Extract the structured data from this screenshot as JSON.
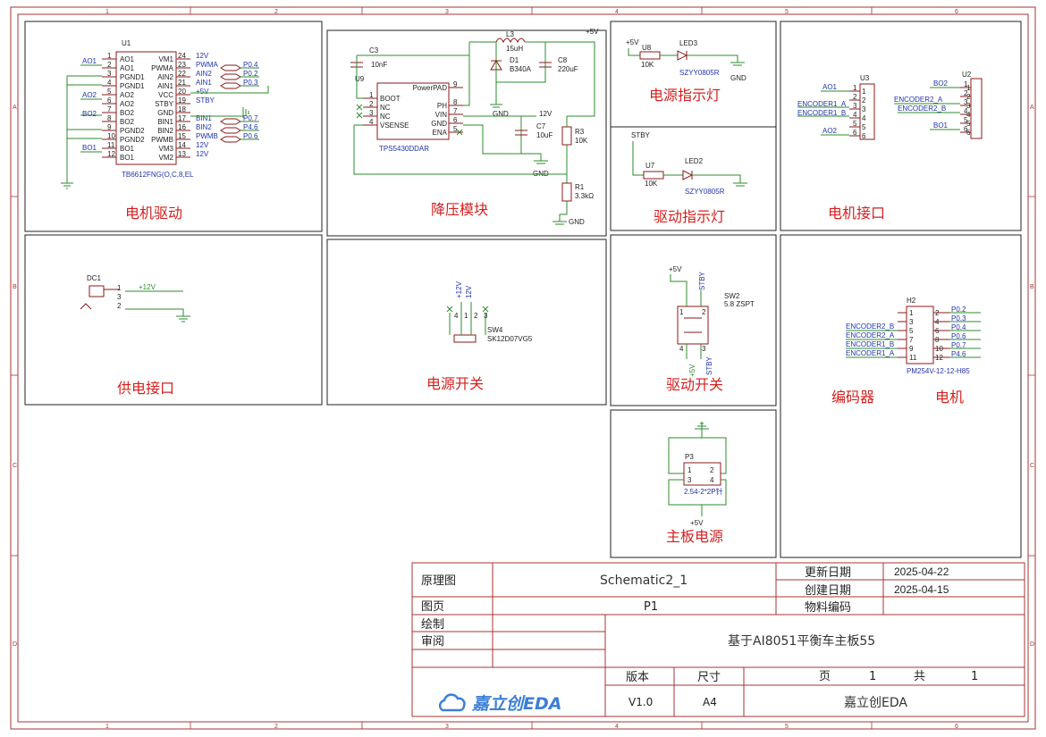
{
  "ruler": {
    "cols": [
      "1",
      "2",
      "3",
      "4",
      "5",
      "6"
    ],
    "rows": [
      "A",
      "B",
      "C",
      "D"
    ]
  },
  "sections": {
    "motor_driver": "电机驱动",
    "buck": "降压模块",
    "power_led": "电源指示灯",
    "drive_led": "驱动指示灯",
    "motor_port": "电机接口",
    "power_port": "供电接口",
    "power_switch": "电源开关",
    "drive_switch": "驱动开关",
    "encoder": "编码器",
    "motor": "电机",
    "board_power": "主板电源"
  },
  "u1": {
    "ref": "U1",
    "part": "TB6612FNG(O,C,8,EL",
    "left_pins": [
      {
        "n": "1",
        "name": "AO1"
      },
      {
        "n": "2",
        "name": "AO1"
      },
      {
        "n": "3",
        "name": "PGND1"
      },
      {
        "n": "4",
        "name": "PGND1"
      },
      {
        "n": "5",
        "name": "AO2"
      },
      {
        "n": "6",
        "name": "AO2"
      },
      {
        "n": "7",
        "name": "BO2"
      },
      {
        "n": "8",
        "name": "BO2"
      },
      {
        "n": "9",
        "name": "PGND2"
      },
      {
        "n": "10",
        "name": "PGND2"
      },
      {
        "n": "11",
        "name": "BO1"
      },
      {
        "n": "12",
        "name": "BO1"
      }
    ],
    "right_pins": [
      {
        "n": "24",
        "name": "VM1",
        "net": "12V"
      },
      {
        "n": "23",
        "name": "PWMA",
        "net": "PWMA",
        "port": "P0.4"
      },
      {
        "n": "22",
        "name": "AIN2",
        "net": "AIN2",
        "port": "P0.2"
      },
      {
        "n": "21",
        "name": "AIN1",
        "net": "AIN1",
        "port": "P0.3"
      },
      {
        "n": "20",
        "name": "VCC",
        "net": "+5V"
      },
      {
        "n": "19",
        "name": "STBY",
        "net": "STBY"
      },
      {
        "n": "18",
        "name": "GND",
        "net": ""
      },
      {
        "n": "17",
        "name": "BIN1",
        "net": "BIN1",
        "port": "P0.7"
      },
      {
        "n": "16",
        "name": "BIN2",
        "net": "BIN2",
        "port": "P4.6"
      },
      {
        "n": "15",
        "name": "PWMB",
        "net": "PWMB",
        "port": "P0.6"
      },
      {
        "n": "14",
        "name": "VM3",
        "net": "12V"
      },
      {
        "n": "13",
        "name": "VM2",
        "net": "12V"
      }
    ],
    "left_nets": [
      "AO1",
      "AO2",
      "BO2",
      "BO1"
    ]
  },
  "buck": {
    "c3_ref": "C3",
    "c3_val": "10nF",
    "u9_ref": "U9",
    "u9_part": "TPS5430DDAR",
    "u9_left": [
      {
        "n": "1",
        "name": "BOOT"
      },
      {
        "n": "2",
        "name": "NC"
      },
      {
        "n": "3",
        "name": "NC"
      },
      {
        "n": "4",
        "name": "VSENSE"
      }
    ],
    "u9_right": [
      {
        "n": "9",
        "name": "PowerPAD"
      },
      {
        "n": "8",
        "name": "PH"
      },
      {
        "n": "7",
        "name": "VIN"
      },
      {
        "n": "6",
        "name": "GND"
      },
      {
        "n": "5",
        "name": "ENA"
      }
    ],
    "l3_ref": "L3",
    "l3_val": "15uH",
    "d1_ref": "D1",
    "d1_val": "B340A",
    "c8_ref": "C8",
    "c8_val": "220uF",
    "c7_ref": "C7",
    "c7_val": "10uF",
    "r3_ref": "R3",
    "r3_val": "10K",
    "r1_ref": "R1",
    "r1_val": "3.3kΩ",
    "net_5v": "+5V",
    "net_12v": "12V",
    "gnd": "GND"
  },
  "power_led": {
    "net": "+5V",
    "u8": "U8",
    "r": "10K",
    "led": "LED3",
    "part": "SZYY0805R",
    "gnd": "GND"
  },
  "drive_led": {
    "net": "STBY",
    "u7": "U7",
    "r": "10K",
    "led": "LED2",
    "part": "SZYY0805R"
  },
  "motor_port": {
    "u3": "U3",
    "u2": "U2",
    "u3_nets": [
      "AO1",
      "ENCODER1_A",
      "ENCODER1_B",
      "AO2"
    ],
    "u2_nets": [
      "BO2",
      "ENCODER2_A",
      "ENCODER2_B",
      "BO1"
    ],
    "pins": [
      "1",
      "2",
      "3",
      "4",
      "5",
      "6"
    ]
  },
  "power_port": {
    "ref": "DC1",
    "net": "+12V",
    "pins": [
      "1",
      "3",
      "2"
    ]
  },
  "power_switch": {
    "ref": "SW4",
    "part": "SK12D07VG5",
    "nets": [
      "+12V",
      "12V"
    ],
    "pins": [
      "4",
      "1",
      "2",
      "3"
    ]
  },
  "drive_switch": {
    "ref": "SW2",
    "part": "5.8 ZSPT",
    "net_top": "+5V",
    "net_stby": "STBY",
    "net_5v_b": "+5V",
    "net_stby_b": "STBY",
    "pins": [
      "1",
      "2",
      "4",
      "3"
    ]
  },
  "h2": {
    "ref": "H2",
    "part": "PM254V-12-12-H85",
    "left_nets": [
      "ENCODER2_B",
      "ENCODER2_A",
      "ENCODER1_B",
      "ENCODER1_A"
    ],
    "left_pins": [
      "1",
      "3",
      "5",
      "7",
      "9",
      "11"
    ],
    "right_pins": [
      "2",
      "4",
      "6",
      "8",
      "10",
      "12"
    ],
    "right_nets": [
      "P0.2",
      "P0.3",
      "P0.4",
      "P0.6",
      "P0.7",
      "P4.6"
    ]
  },
  "p3": {
    "ref": "P3",
    "part": "2.54-2*2P针",
    "net": "+5V",
    "pins": [
      "1",
      "2",
      "3",
      "4"
    ]
  },
  "title_block": {
    "label_schematic": "原理图",
    "schematic": "Schematic2_1",
    "label_updated": "更新日期",
    "updated": "2025-04-22",
    "label_created": "创建日期",
    "created": "2025-04-15",
    "label_page": "图页",
    "page": "P1",
    "label_material": "物料编码",
    "label_draw": "绘制",
    "label_review": "审阅",
    "project": "基于AI8051平衡车主板55",
    "label_version": "版本",
    "label_size": "尺寸",
    "version": "V1.0",
    "size": "A4",
    "label_pg": "页",
    "pg_num": "1",
    "label_total": "共",
    "total": "1",
    "logo": "嘉立创EDA",
    "company": "嘉立创EDA"
  }
}
